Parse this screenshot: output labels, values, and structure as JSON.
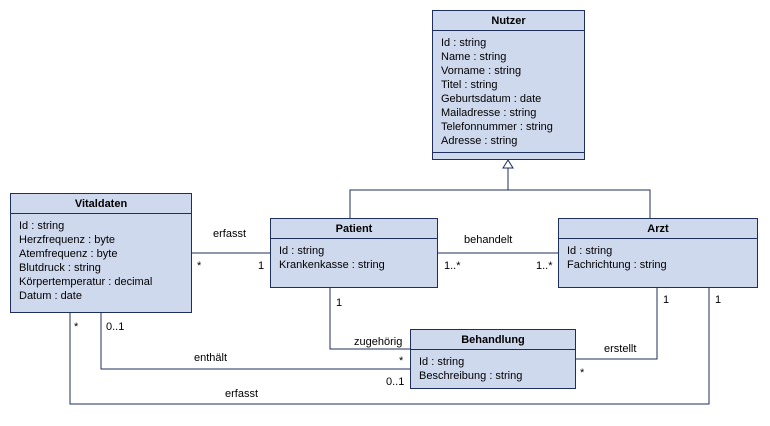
{
  "classes": {
    "nutzer": {
      "name": "Nutzer",
      "attributes": [
        "Id : string",
        "Name : string",
        "Vorname : string",
        "Titel : string",
        "Geburtsdatum : date",
        "Mailadresse : string",
        "Telefonnummer : string",
        "Adresse : string"
      ]
    },
    "vitaldaten": {
      "name": "Vitaldaten",
      "attributes": [
        "Id : string",
        "Herzfrequenz : byte",
        "Atemfrequenz : byte",
        "Blutdruck : string",
        "Körpertemperatur : decimal",
        "Datum : date"
      ]
    },
    "patient": {
      "name": "Patient",
      "attributes": [
        "Id : string",
        "Krankenkasse : string"
      ]
    },
    "arzt": {
      "name": "Arzt",
      "attributes": [
        "Id : string",
        "Fachrichtung : string"
      ]
    },
    "behandlung": {
      "name": "Behandlung",
      "attributes": [
        "Id : string",
        "Beschreibung : string"
      ]
    }
  },
  "associations": {
    "vital_patient": {
      "name": "erfasst",
      "mult_vital": "*",
      "mult_patient": "1"
    },
    "patient_arzt": {
      "name": "behandelt",
      "mult_patient": "1..*",
      "mult_arzt": "1..*"
    },
    "patient_behandlung": {
      "name": "zugehörig",
      "mult_patient": "1",
      "mult_behandlung": "*"
    },
    "vital_behandlung": {
      "name": "enthält",
      "mult_vital": "0..1",
      "mult_behandlung": "0..1"
    },
    "arzt_behandlung": {
      "name": "erstellt",
      "mult_arzt": "1",
      "mult_behandlung": "*"
    },
    "vital_arzt": {
      "name": "erfasst",
      "mult_vital": "*",
      "mult_arzt": "1"
    }
  }
}
